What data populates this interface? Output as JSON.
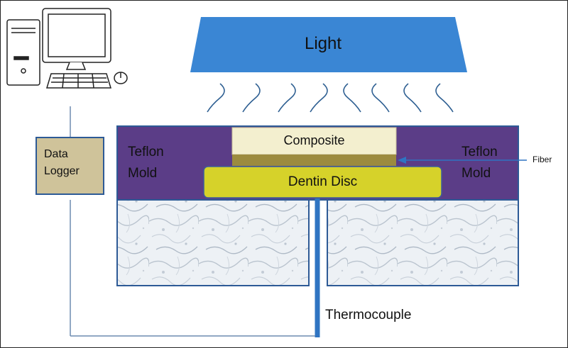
{
  "light": {
    "label": "Light",
    "color": "#3a86d4"
  },
  "data_logger": {
    "line1": "Data",
    "line2": "Logger",
    "color": "#cfc39a"
  },
  "mold": {
    "left": {
      "line1": "Teflon",
      "line2": "Mold"
    },
    "right": {
      "line1": "Teflon",
      "line2": "Mold"
    },
    "color": "#5b3d87"
  },
  "composite": {
    "label": "Composite",
    "color": "#f3efcf"
  },
  "fiber": {
    "label": "Fiber",
    "color": "#9c8b3f"
  },
  "dentin_disc": {
    "label": "Dentin Disc",
    "color": "#d6d22a"
  },
  "thermocouple": {
    "label": "Thermocouple",
    "color": "#2f74c2"
  },
  "marble": {
    "color": "#e7ecf1"
  },
  "icons": [
    "computer-icon",
    "monitor-icon",
    "keyboard-icon",
    "mouse-icon",
    "light-wave-icon"
  ]
}
